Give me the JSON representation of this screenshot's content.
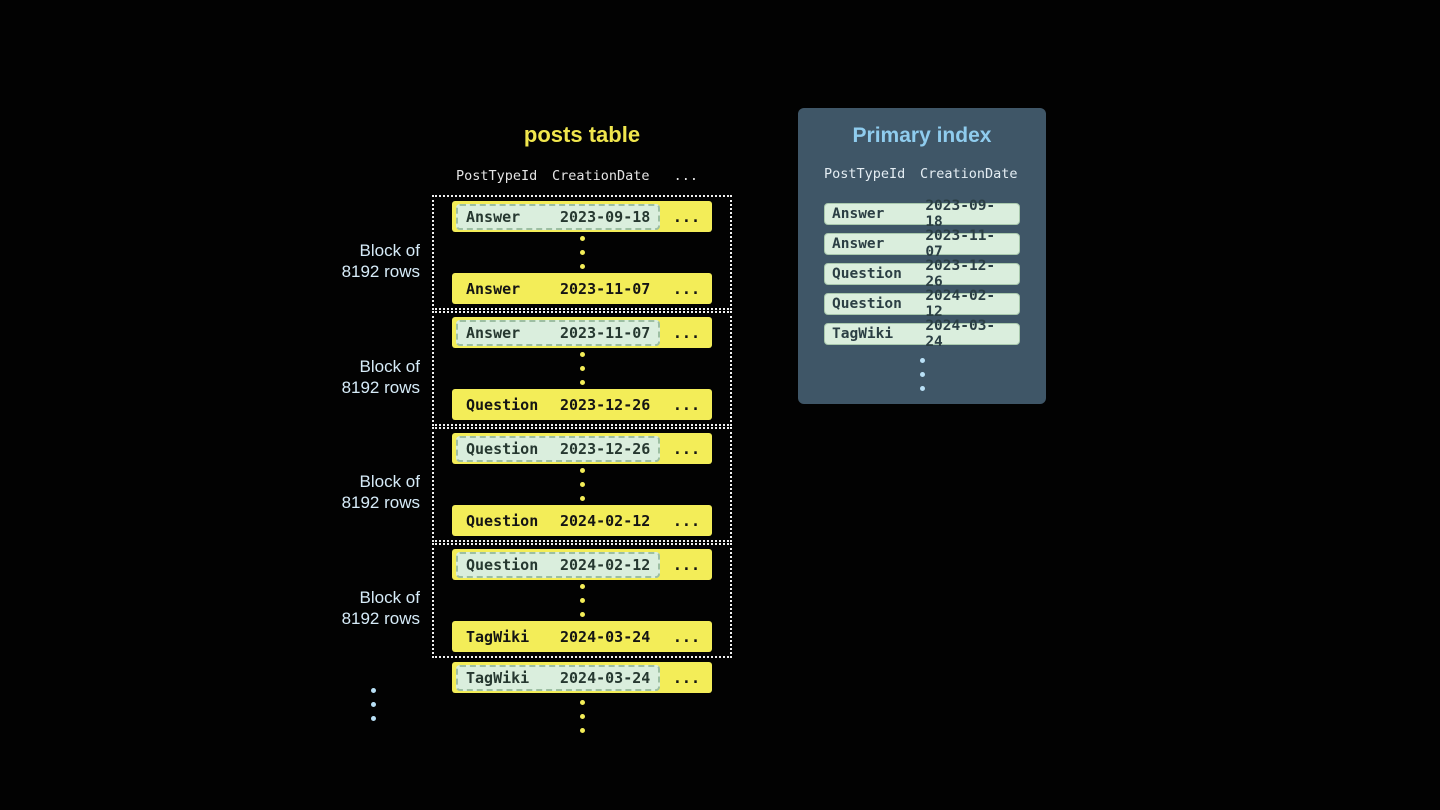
{
  "posts_table": {
    "title": "posts table",
    "header": {
      "col1": "PostTypeId",
      "col2": "CreationDate",
      "col3": "..."
    },
    "ellipsis": "...",
    "blocks": [
      {
        "label1": "Block of",
        "label2": "8192 rows",
        "first": {
          "type": "Answer",
          "date": "2023-09-18"
        },
        "last": {
          "type": "Answer",
          "date": "2023-11-07"
        }
      },
      {
        "label1": "Block of",
        "label2": "8192 rows",
        "first": {
          "type": "Answer",
          "date": "2023-11-07"
        },
        "last": {
          "type": "Question",
          "date": "2023-12-26"
        }
      },
      {
        "label1": "Block of",
        "label2": "8192 rows",
        "first": {
          "type": "Question",
          "date": "2023-12-26"
        },
        "last": {
          "type": "Question",
          "date": "2024-02-12"
        }
      },
      {
        "label1": "Block of",
        "label2": "8192 rows",
        "first": {
          "type": "Question",
          "date": "2024-02-12"
        },
        "last": {
          "type": "TagWiki",
          "date": "2024-03-24"
        }
      }
    ],
    "trailing_row": {
      "type": "TagWiki",
      "date": "2024-03-24"
    }
  },
  "primary_index": {
    "title": "Primary index",
    "header": {
      "col1": "PostTypeId",
      "col2": "CreationDate"
    },
    "rows": [
      {
        "type": "Answer",
        "date": "2023-09-18"
      },
      {
        "type": "Answer",
        "date": "2023-11-07"
      },
      {
        "type": "Question",
        "date": "2023-12-26"
      },
      {
        "type": "Question",
        "date": "2024-02-12"
      },
      {
        "type": "TagWiki",
        "date": "2024-03-24"
      }
    ]
  },
  "colors": {
    "row_yellow": "#f3ed58",
    "highlight_mint": "#daeedd",
    "panel_slate": "#3f5667",
    "accent_blue": "#b9e0f6",
    "title_yellow": "#f0e64d",
    "index_title_blue": "#8fccee"
  }
}
